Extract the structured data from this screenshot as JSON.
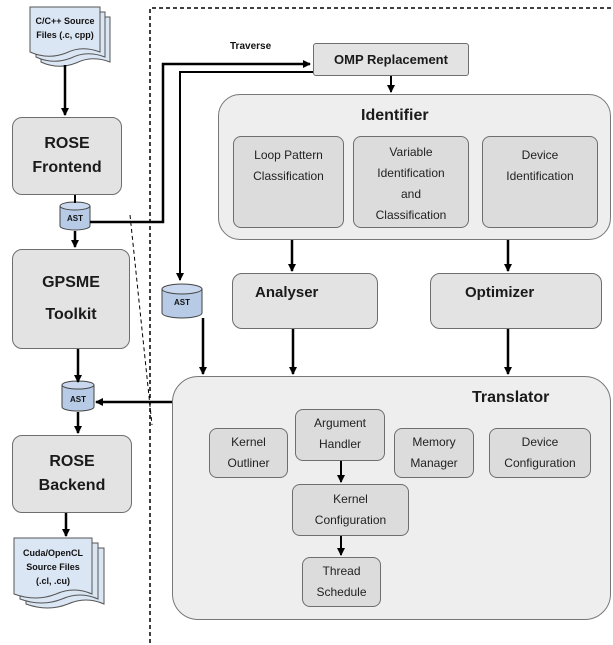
{
  "source_files": {
    "line1": "C/C++ Source",
    "line2": "Files (.c, cpp)"
  },
  "output_files": {
    "line1": "Cuda/OpenCL",
    "line2": "Source Files",
    "line3": "(.cl, .cu)"
  },
  "rose_frontend": "ROSE\nFrontend",
  "gpsme_toolkit": "GPSME\nToolkit",
  "rose_backend": "ROSE\nBackend",
  "ast_label": "AST",
  "traverse_label": "Traverse",
  "omp_replacement": "OMP Replacement",
  "identifier": {
    "title": "Identifier",
    "loop_pattern": "Loop Pattern\nClassification",
    "variable": "Variable\nIdentification\nand\nClassification",
    "device": "Device\nIdentification"
  },
  "analyser": "Analyser",
  "optimizer": "Optimizer",
  "translator": {
    "title": "Translator",
    "kernel_outliner": "Kernel\nOutliner",
    "argument_handler": "Argument\nHandler",
    "memory_manager": "Memory\nManager",
    "device_configuration": "Device\nConfiguration",
    "kernel_configuration": "Kernel\nConfiguration",
    "thread_schedule": "Thread\nSchedule"
  }
}
